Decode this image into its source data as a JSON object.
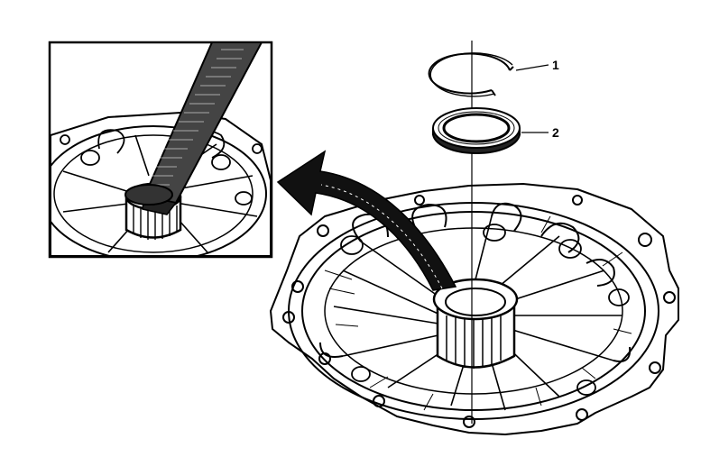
{
  "figure": {
    "callouts": [
      {
        "label": "1",
        "part": "snap-ring"
      },
      {
        "label": "2",
        "part": "seal"
      }
    ]
  },
  "colors": {
    "ink": "#000000",
    "paper": "#ffffff",
    "shade": "#333333"
  }
}
